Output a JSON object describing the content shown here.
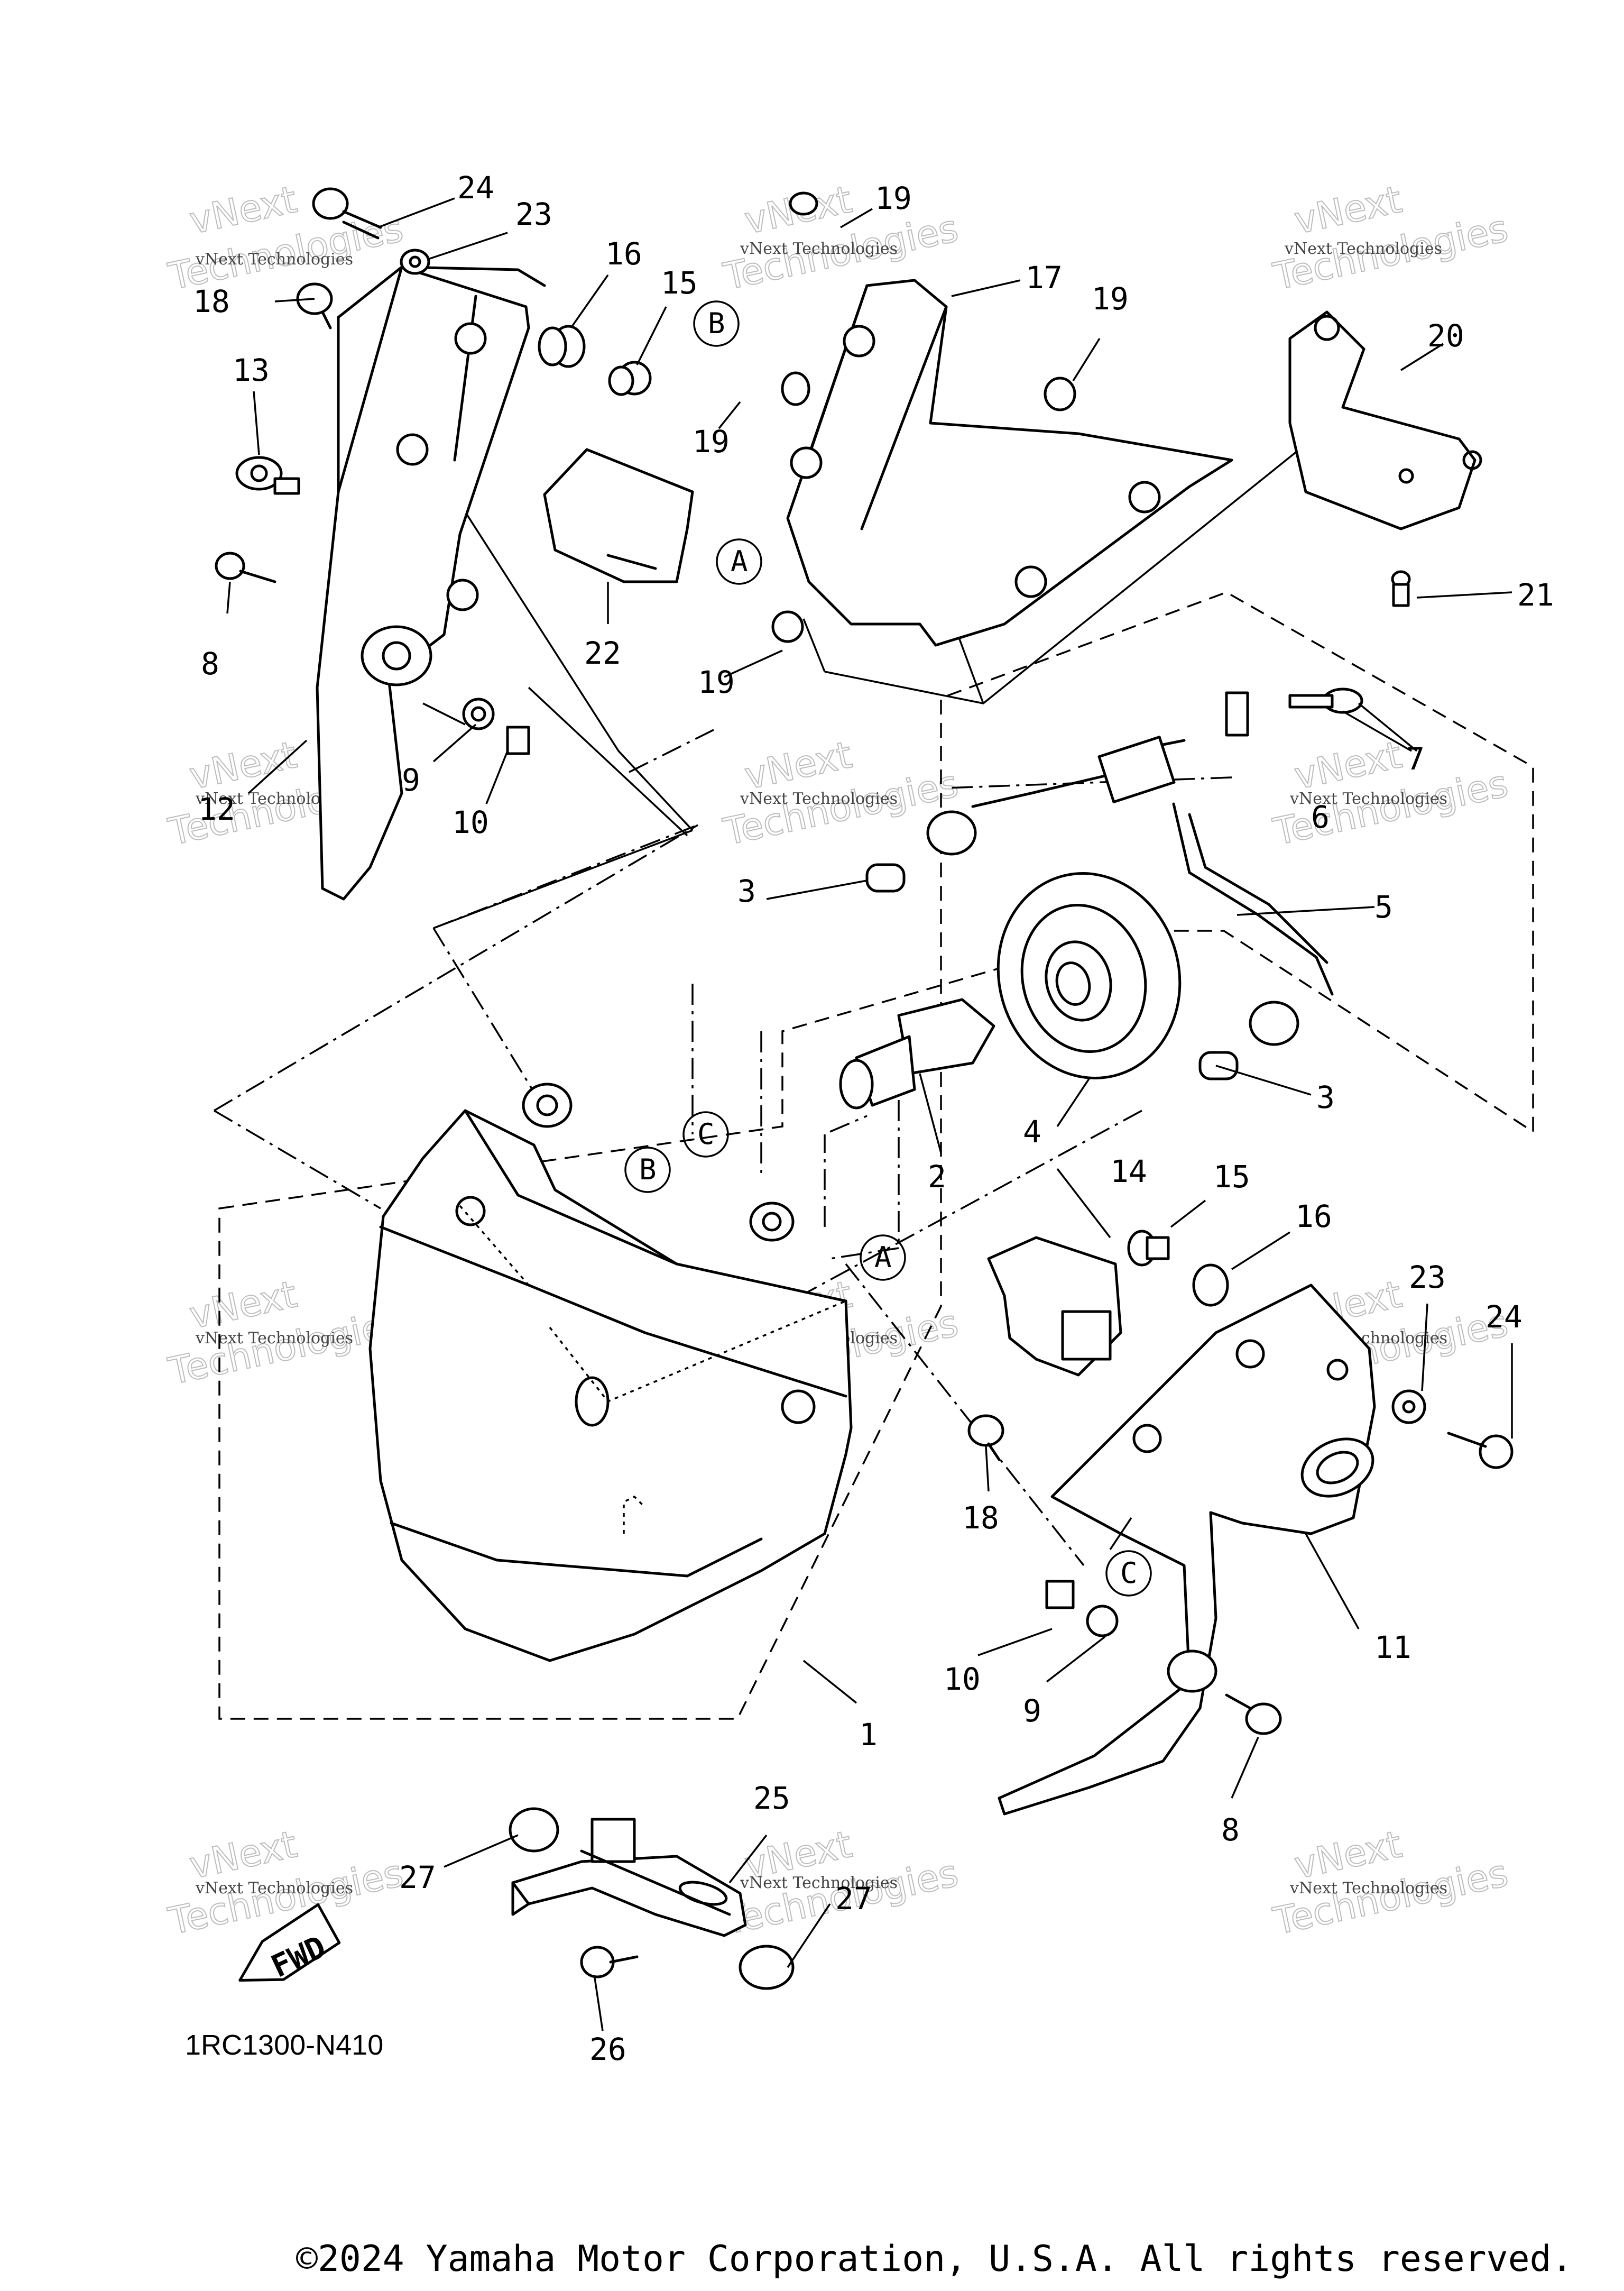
{
  "diagram": {
    "part_numbers": [
      "1",
      "2",
      "3",
      "3",
      "4",
      "5",
      "6",
      "7",
      "8",
      "8",
      "9",
      "9",
      "10",
      "10",
      "11",
      "12",
      "13",
      "14",
      "15",
      "15",
      "16",
      "16",
      "17",
      "18",
      "18",
      "19",
      "19",
      "19",
      "19",
      "20",
      "21",
      "22",
      "23",
      "23",
      "24",
      "24",
      "25",
      "26",
      "27",
      "27"
    ],
    "reference_letters": [
      "A",
      "A",
      "B",
      "B",
      "C",
      "C"
    ],
    "drawing_code": "1RC1300-N410",
    "fwd_badge": "FWD",
    "watermark_line1": "vNext Technologies",
    "watermark_line2": "vNext",
    "watermark_line3": "Technologies"
  },
  "footer": {
    "copyright": "©2024 Yamaha Motor Corporation, U.S.A. All rights reserved."
  }
}
